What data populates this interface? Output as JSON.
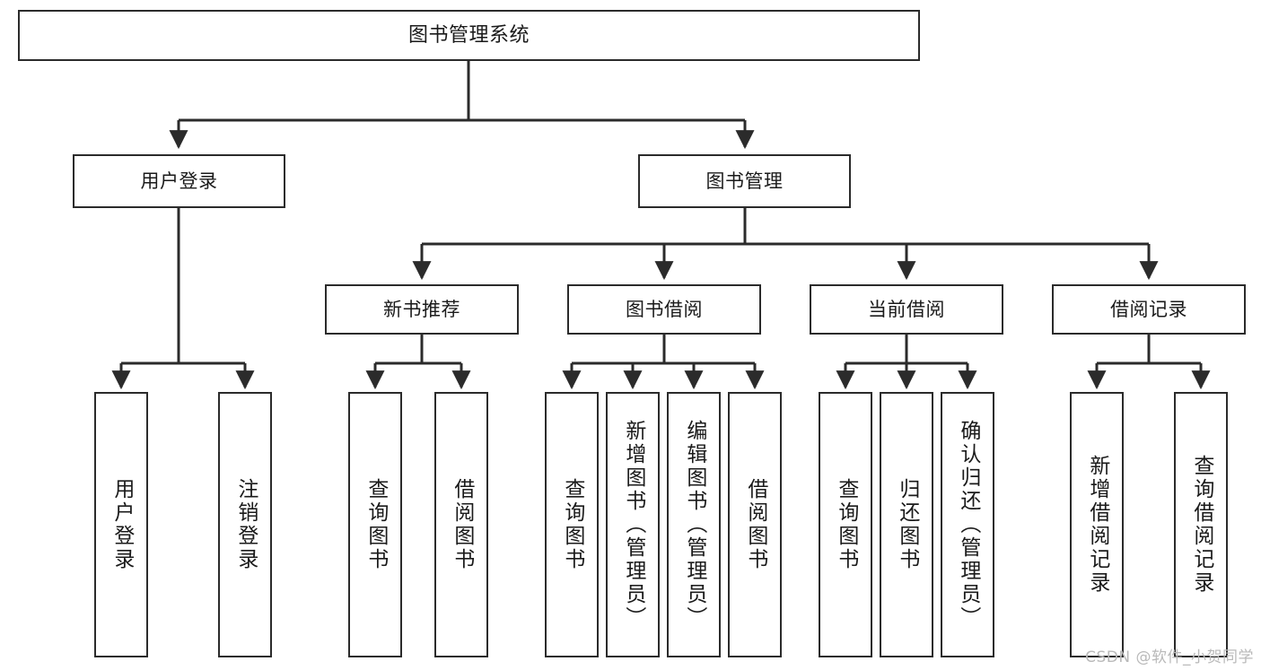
{
  "diagram": {
    "title": "图书管理系统",
    "colors": {
      "box_border": "#2b2b2b",
      "box_fill": "#ffffff",
      "edge": "#2b2b2b",
      "text": "#1a1a1a",
      "watermark": "#b9b9b9",
      "background": "#ffffff"
    },
    "watermark": "CSDN @软件_小贺同学"
  },
  "nodes": {
    "root": {
      "label": "图书管理系统"
    },
    "level2": [
      {
        "id": "user-login",
        "label": "用户登录"
      },
      {
        "id": "book-management",
        "label": "图书管理"
      }
    ],
    "level3": [
      {
        "id": "new-book-recommend",
        "label": "新书推荐"
      },
      {
        "id": "book-borrow",
        "label": "图书借阅"
      },
      {
        "id": "current-borrow",
        "label": "当前借阅"
      },
      {
        "id": "borrow-record",
        "label": "借阅记录"
      }
    ],
    "leaves": {
      "user_login": [
        {
          "id": "leaf-user-login",
          "label": "用户登录"
        },
        {
          "id": "leaf-logout-login",
          "label": "注销登录"
        }
      ],
      "new_book_recommend": [
        {
          "id": "leaf-query-book-1",
          "label": "查询图书"
        },
        {
          "id": "leaf-borrow-book-1",
          "label": "借阅图书"
        }
      ],
      "book_borrow": [
        {
          "id": "leaf-query-book-2",
          "label": "查询图书"
        },
        {
          "id": "leaf-add-book",
          "label": "新增图书（管理员）"
        },
        {
          "id": "leaf-edit-book",
          "label": "编辑图书（管理员）"
        },
        {
          "id": "leaf-borrow-book-2",
          "label": "借阅图书"
        }
      ],
      "current_borrow": [
        {
          "id": "leaf-query-book-3",
          "label": "查询图书"
        },
        {
          "id": "leaf-return-book",
          "label": "归还图书"
        },
        {
          "id": "leaf-confirm-return",
          "label": "确认归还（管理员）"
        }
      ],
      "borrow_record": [
        {
          "id": "leaf-add-borrow-record",
          "label": "新增借阅记录"
        },
        {
          "id": "leaf-query-borrow-record",
          "label": "查询借阅记录"
        }
      ]
    }
  }
}
